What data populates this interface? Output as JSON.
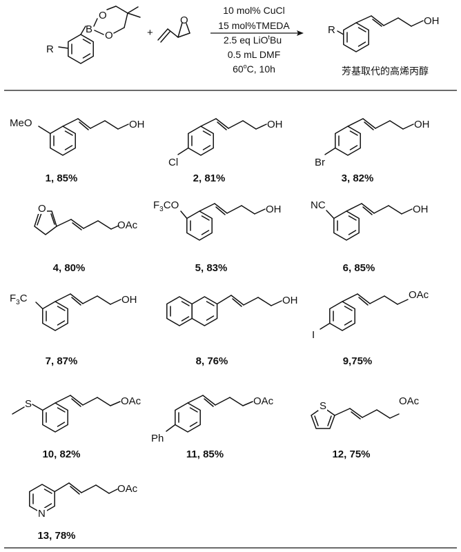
{
  "scheme": {
    "reagent_labels": {
      "R": "R",
      "O": "O",
      "B": "B",
      "plus": "+"
    },
    "conditions": [
      "10 mol% CuCl",
      "15 mol%TMEDA",
      "2.5 eq LiO",
      "t",
      "Bu",
      "0.5 mL DMF",
      "60",
      "o",
      "C, 10h"
    ],
    "product_labels": {
      "R": "R",
      "OH": "OH"
    },
    "product_caption": "芳基取代的高烯丙醇"
  },
  "compounds": [
    {
      "id": "1",
      "yield": "85%",
      "caption": "1, 85%",
      "substituent": "MeO",
      "terminal": "OH"
    },
    {
      "id": "2",
      "yield": "81%",
      "caption": "2, 81%",
      "substituent": "Cl",
      "terminal": "OH"
    },
    {
      "id": "3",
      "yield": "82%",
      "caption": "3, 82%",
      "substituent": "Br",
      "terminal": "OH"
    },
    {
      "id": "4",
      "yield": "80%",
      "caption": "4, 80%",
      "substituent": "O",
      "terminal": "OAc"
    },
    {
      "id": "5",
      "yield": "83%",
      "caption": "5, 83%",
      "substituent": "F3CO",
      "sub_main": "F",
      "sub_sub": "3",
      "sub_tail": "CO",
      "terminal": "OH"
    },
    {
      "id": "6",
      "yield": "85%",
      "caption": "6, 85%",
      "substituent": "NC",
      "terminal": "OH"
    },
    {
      "id": "7",
      "yield": "87%",
      "caption": "7, 87%",
      "substituent": "F3C",
      "sub_main": "F",
      "sub_sub": "3",
      "sub_tail": "C",
      "terminal": "OH"
    },
    {
      "id": "8",
      "yield": "76%",
      "caption": "8, 76%",
      "substituent": "",
      "terminal": "OH"
    },
    {
      "id": "9",
      "yield": "75%",
      "caption": "9,75%",
      "substituent": "I",
      "terminal": "OAc"
    },
    {
      "id": "10",
      "yield": "82%",
      "caption": "10, 82%",
      "substituent": "S",
      "terminal": "OAc"
    },
    {
      "id": "11",
      "yield": "85%",
      "caption": "11, 85%",
      "substituent": "Ph",
      "terminal": "OAc"
    },
    {
      "id": "12",
      "yield": "75%",
      "caption": "12, 75%",
      "substituent": "S",
      "terminal": "OAc"
    },
    {
      "id": "13",
      "yield": "78%",
      "caption": "13, 78%",
      "substituent": "N",
      "terminal": "OAc"
    }
  ]
}
